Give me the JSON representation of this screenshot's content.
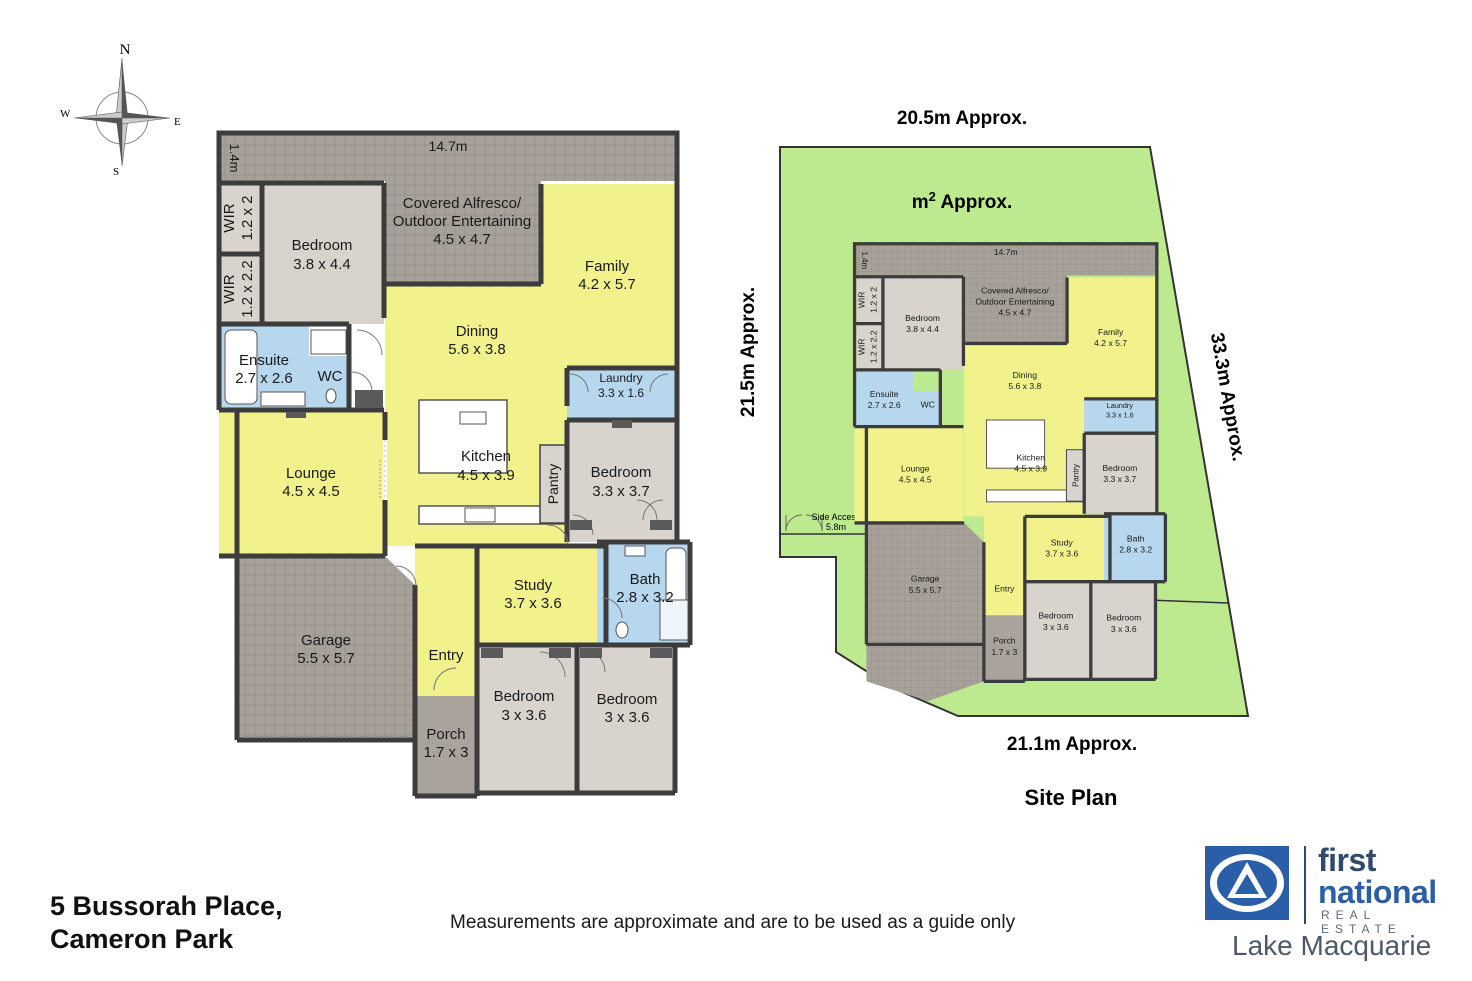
{
  "compass": {
    "north": "N",
    "south": "S",
    "east": "E",
    "west": "W"
  },
  "floor_plan": {
    "top_dimension": "14.7m",
    "side_dimension": "1.4m",
    "rooms": {
      "wir1": {
        "name": "WIR",
        "size": "1.2 x 2"
      },
      "wir2": {
        "name": "WIR",
        "size": "1.2 x 2.2"
      },
      "bedroom_main": {
        "name": "Bedroom",
        "size": "3.8 x 4.4"
      },
      "alfresco": {
        "name1": "Covered Alfresco/",
        "name2": "Outdoor Entertaining",
        "size": "4.5 x 4.7"
      },
      "family": {
        "name": "Family",
        "size": "4.2 x 5.7"
      },
      "dining": {
        "name": "Dining",
        "size": "5.6 x 3.8"
      },
      "ensuite": {
        "name": "Ensuite",
        "size": "2.7 x 2.6"
      },
      "wc": {
        "name": "WC"
      },
      "laundry": {
        "name": "Laundry",
        "size": "3.3 x 1.6"
      },
      "kitchen": {
        "name": "Kitchen",
        "size": "4.5 x 3.9"
      },
      "pantry": {
        "name": "Pantry"
      },
      "bedroom_e": {
        "name": "Bedroom",
        "size": "3.3 x 3.7"
      },
      "lounge": {
        "name": "Lounge",
        "size": "4.5 x 4.5"
      },
      "study": {
        "name": "Study",
        "size": "3.7 x 3.6"
      },
      "bath": {
        "name": "Bath",
        "size": "2.8 x 3.2"
      },
      "garage": {
        "name": "Garage",
        "size": "5.5 x 5.7"
      },
      "entry": {
        "name": "Entry"
      },
      "bedroom_s1": {
        "name": "Bedroom",
        "size": "3 x 3.6"
      },
      "bedroom_s2": {
        "name": "Bedroom",
        "size": "3 x 3.6"
      },
      "porch": {
        "name": "Porch",
        "size": "1.7 x 3"
      }
    }
  },
  "site_plan": {
    "title": "Site Plan",
    "top": "20.5m Approx.",
    "left": "21.5m Approx.",
    "right": "33.3m Approx.",
    "bottom": "21.1m Approx.",
    "area_label": "m",
    "area_sup": "2",
    "area_suffix": " Approx.",
    "side_access": "Side Access",
    "side_access_size": "5.8m",
    "top_dimension": "14.7m",
    "side_dimension": "1.4m",
    "rooms": {
      "wir1": {
        "name": "WIR",
        "size": "1.2 x 2"
      },
      "wir2": {
        "name": "WIR",
        "size": "1.2 x 2.2"
      },
      "bedroom_main": {
        "name": "Bedroom",
        "size": "3.8 x 4.4"
      },
      "alfresco": {
        "name1": "Covered Alfresco/",
        "name2": "Outdoor Entertaining",
        "size": "4.5 x 4.7"
      },
      "family": {
        "name": "Family",
        "size": "4.2 x 5.7"
      },
      "dining": {
        "name": "Dining",
        "size": "5.6 x 3.8"
      },
      "ensuite": {
        "name": "Ensuite",
        "size": "2.7 x 2.6"
      },
      "wc": {
        "name": "WC"
      },
      "laundry": {
        "name": "Laundry",
        "size": "3.3 x 1.6"
      },
      "kitchen": {
        "name": "Kitchen",
        "size": "4.5 x 3.9"
      },
      "pantry": {
        "name": "Pantry"
      },
      "bedroom_e": {
        "name": "Bedroom",
        "size": "3.3 x 3.7"
      },
      "lounge": {
        "name": "Lounge",
        "size": "4.5 x 4.5"
      },
      "study": {
        "name": "Study",
        "size": "3.7 x 3.6"
      },
      "bath": {
        "name": "Bath",
        "size": "2.8 x 3.2"
      },
      "garage": {
        "name": "Garage",
        "size": "5.5 x 5.7"
      },
      "entry": {
        "name": "Entry"
      },
      "bedroom_s1": {
        "name": "Bedroom",
        "size": "3 x 3.6"
      },
      "bedroom_s2": {
        "name": "Bedroom",
        "size": "3 x 3.6"
      },
      "porch": {
        "name": "Porch",
        "size": "1.7 x 3"
      }
    }
  },
  "address": {
    "line1": "5 Bussorah Place,",
    "line2": "Cameron Park"
  },
  "disclaimer": "Measurements are approximate and are to be used as a guide only",
  "brand": {
    "first": "first",
    "national": "national",
    "real_estate": "REAL ESTATE",
    "office": "Lake Macquarie"
  },
  "colors": {
    "wall": "#3c3c3c",
    "living": "#f2f28c",
    "bedroom": "#d8d3cc",
    "wet": "#b7d7ee",
    "garage": "#a9a39c",
    "grass": "#bdea8f",
    "brand_blue": "#2b5ea8"
  }
}
